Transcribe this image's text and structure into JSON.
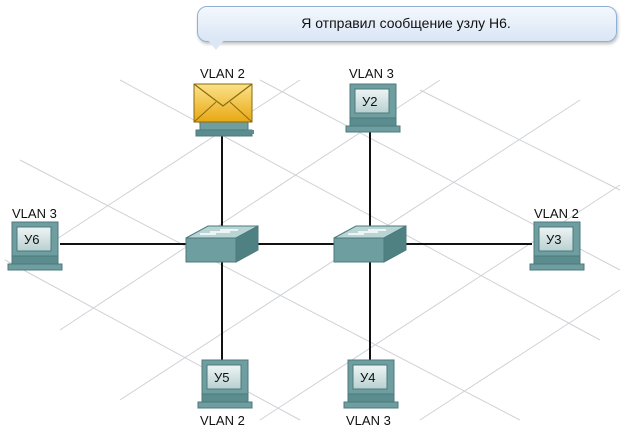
{
  "message": "Я отправил сообщение узлу Н6.",
  "hosts": [
    {
      "id": "h1",
      "label": "",
      "vlan": "VLAN 2",
      "state": "envelope"
    },
    {
      "id": "h2",
      "label": "У2",
      "vlan": "VLAN 3",
      "state": "normal"
    },
    {
      "id": "h3",
      "label": "У3",
      "vlan": "VLAN 2",
      "state": "normal"
    },
    {
      "id": "h4",
      "label": "У4",
      "vlan": "VLAN 3",
      "state": "normal"
    },
    {
      "id": "h5",
      "label": "У5",
      "vlan": "VLAN 2",
      "state": "normal"
    },
    {
      "id": "h6",
      "label": "У6",
      "vlan": "VLAN 3",
      "state": "normal"
    }
  ],
  "switches": [
    {
      "id": "s1"
    },
    {
      "id": "s2"
    }
  ],
  "colors": {
    "switch": "#6f9ea0",
    "pc": "#6f9ea0",
    "screen": "#d4e4e4",
    "envelope": "#f2c029",
    "link": "#111111",
    "grid": "#cfd2d6"
  }
}
